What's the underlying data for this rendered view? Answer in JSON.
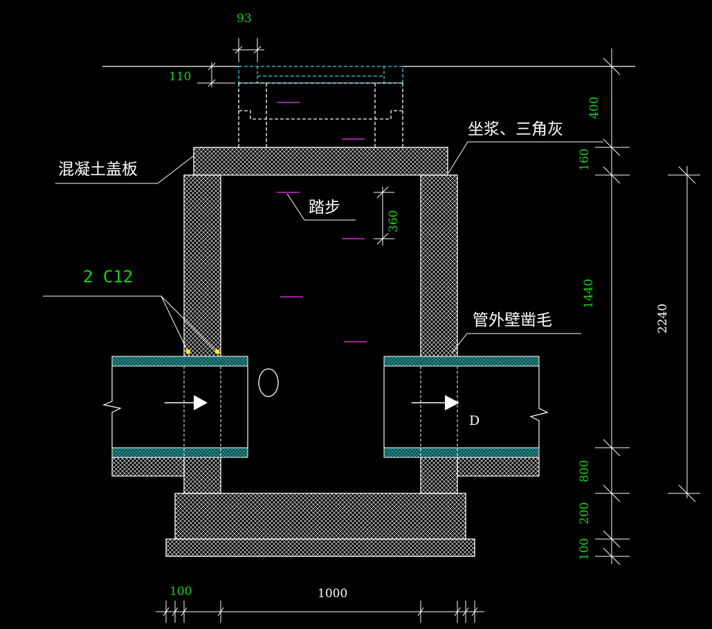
{
  "labels": {
    "cover_slab": "混凝土盖板",
    "mortar": "坐浆、三角灰",
    "step": "踏步",
    "rebar": "2 C12",
    "pipe_roughen": "管外壁凿毛",
    "pipe_d": "D"
  },
  "dims": {
    "d93": "93",
    "d110": "110",
    "d400": "400",
    "d160": "160",
    "d360": "360",
    "d1440": "1440",
    "d2240": "2240",
    "d800": "800",
    "d200": "200",
    "d100_right": "100",
    "d100_bottom": "100",
    "d1000": "1000"
  },
  "colors": {
    "background": "#000000",
    "line": "#ffffff",
    "dimension_text": "#19d219",
    "pipe_band": "#1a8c8c",
    "cover_dashed": "#3fd0e0",
    "step_mark": "#a020a0",
    "rebar_dot": "#ffee00"
  }
}
